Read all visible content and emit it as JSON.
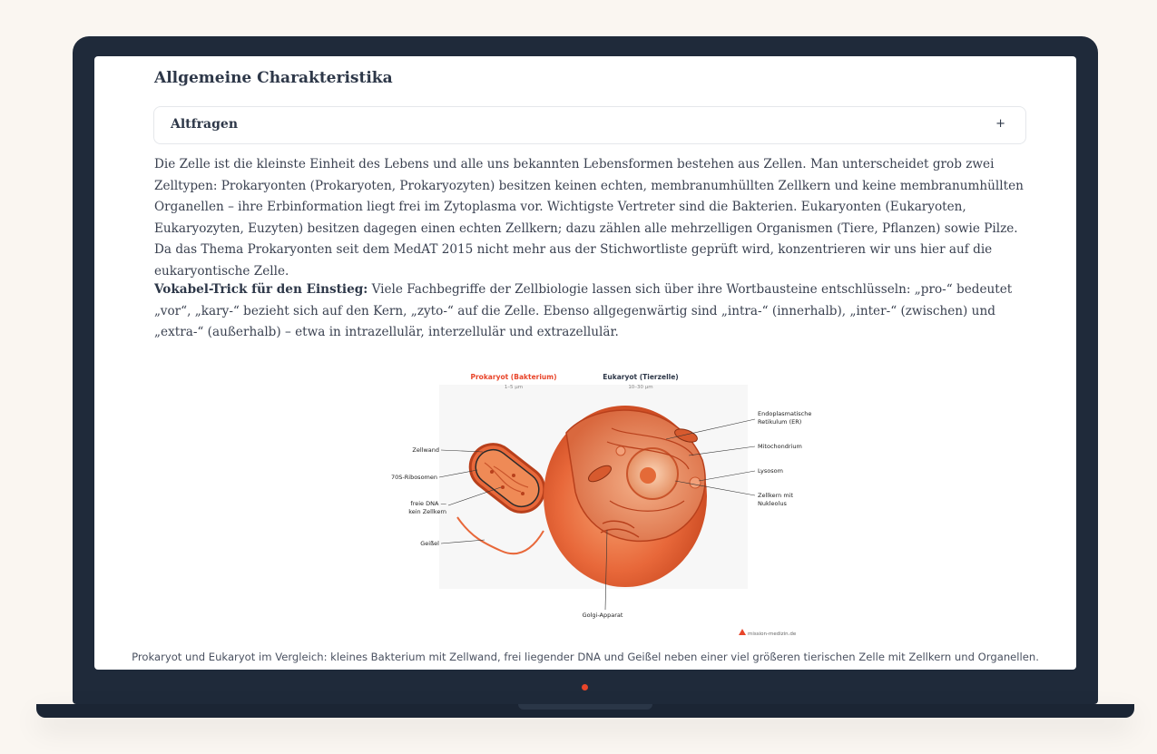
{
  "section": {
    "heading": "Allgemeine Charakteristika"
  },
  "accordion": {
    "title": "Altfragen",
    "toggle": "+"
  },
  "paragraph1": "Die Zelle ist die kleinste Einheit des Lebens und alle uns bekannten Lebensformen bestehen aus Zellen. Man unterscheidet grob zwei Zelltypen: Prokaryonten (Prokaryoten, Prokaryozyten) besitzen keinen echten, membranumhüllten Zellkern und keine membranumhüllten Organellen – ihre Erbinformation liegt frei im Zytoplasma vor. Wichtigste Vertreter sind die Bakterien. Eukaryonten (Eukaryoten, Eukaryozyten, Euzyten) besitzen dagegen einen echten Zellkern; dazu zählen alle mehrzelligen Organismen (Tiere, Pflanzen) sowie Pilze. Da das Thema Prokaryonten seit dem MedAT 2015 nicht mehr aus der Stichwortliste geprüft wird, konzentrieren wir uns hier auf die eukaryontische Zelle.",
  "paragraph2": {
    "lead": "Vokabel-Trick für den Einstieg:",
    "text": " Viele Fachbegriffe der Zellbiologie lassen sich über ihre Wortbausteine entschlüsseln: „pro-“ bedeutet „vor“, „kary-“ bezieht sich auf den Kern, „zyto-“ auf die Zelle. Ebenso allgegenwärtig sind „intra-“ (innerhalb), „inter-“ (zwischen) und „extra-“ (außerhalb) – etwa in intrazellulär, interzellulär und extrazellulär."
  },
  "figure": {
    "prokaryote_title": "Prokaryot (Bakterium)",
    "prokaryote_size": "1–5 µm",
    "eukaryote_title": "Eukaryot (Tierzelle)",
    "eukaryote_size": "10–30 µm",
    "labels_left": {
      "zellwand": "Zellwand",
      "ribosomen": "70S-Ribosomen",
      "dna_line1": "freie DNA —",
      "dna_line2": "kein Zellkern",
      "geissel": "Geißel"
    },
    "labels_right": {
      "er_line1": "Endoplasmatisches",
      "er_line2": "Retikulum (ER)",
      "mitochondrium": "Mitochondrium",
      "lysosom": "Lysosom",
      "zellkern_line1": "Zellkern mit",
      "zellkern_line2": "Nukleolus",
      "golgi": "Golgi-Apparat"
    },
    "watermark": "mission-medizin.de",
    "accent_color": "#e8452a"
  },
  "caption": "Prokaryot und Eukaryot im Vergleich: kleines Bakterium mit Zellwand, frei liegender DNA und Geißel neben einer viel größeren tierischen Zelle mit Zellkern und Organellen."
}
